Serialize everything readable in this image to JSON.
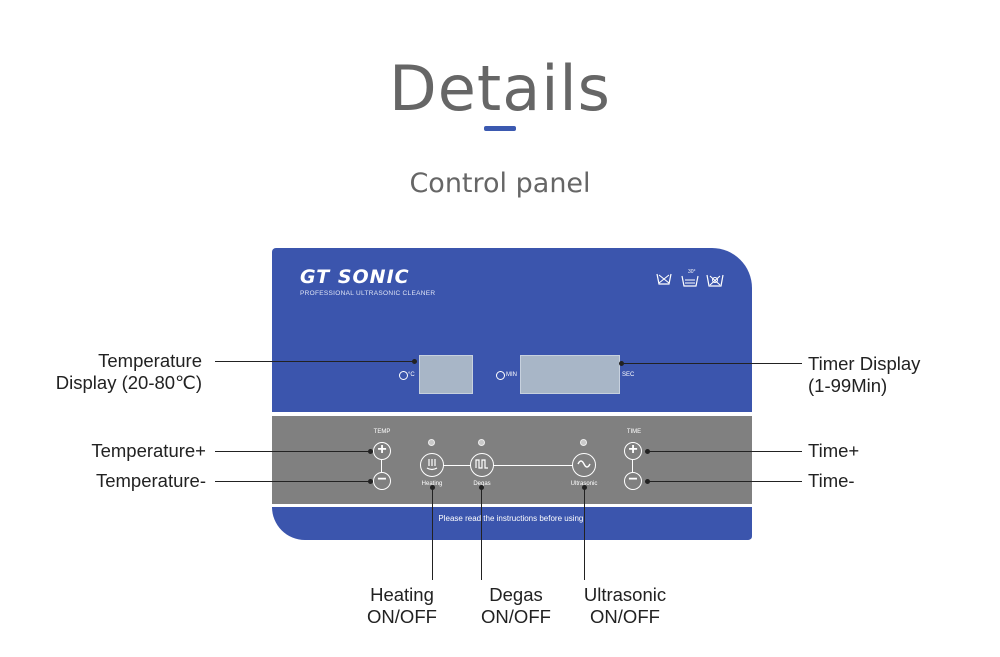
{
  "header": {
    "title": "Details",
    "subtitle": "Control panel"
  },
  "panel": {
    "brand": "GT SONIC",
    "brand_sub": "PROFESSIONAL ULTRASONIC CLEANER",
    "temp_unit": "°C",
    "min_label": "MIN",
    "sec_label": "SEC",
    "temp_label": "TEMP",
    "time_label": "TIME",
    "plus": "+",
    "minus": "−",
    "heating_label": "Heating",
    "degas_label": "Degas",
    "ultrasonic_label": "Ultrasonic",
    "note": "Please read the instructions before using!",
    "wash_top": "30°"
  },
  "callouts": {
    "temp_display_1": "Temperature",
    "temp_display_2": "Display (20-80℃)",
    "timer_display_1": "Timer Display",
    "timer_display_2": "(1-99Min)",
    "temp_plus": "Temperature+",
    "temp_minus": "Temperature-",
    "time_plus": "Time+",
    "time_minus": "Time-",
    "heating_1": "Heating",
    "heating_2": "ON/OFF",
    "degas_1": "Degas",
    "degas_2": "ON/OFF",
    "ultrasonic_1": "Ultrasonic",
    "ultrasonic_2": "ON/OFF"
  },
  "colors": {
    "panel_blue": "#3b55ad",
    "panel_grey": "#808080",
    "accent": "#3b59b0"
  }
}
